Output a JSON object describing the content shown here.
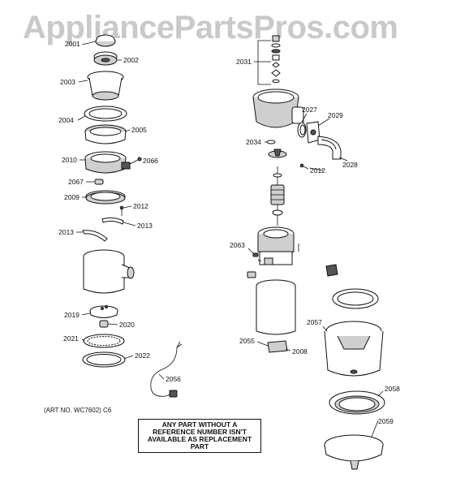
{
  "watermark": "AppliancePartsPros.com",
  "art_no": "(ART NO. WC7602) C6",
  "notice": [
    "ANY PART WITHOUT A",
    "REFERENCE NUMBER ISN'T",
    "AVAILABLE AS REPLACEMENT",
    "PART"
  ],
  "callouts": {
    "c2001": "2001",
    "c2002": "2002",
    "c2003": "2003",
    "c2004": "2004",
    "c2005": "2005",
    "c2010": "2010",
    "c2066": "2066",
    "c2067": "2067",
    "c2009": "2009",
    "c2012a": "2012",
    "c2013a": "2013",
    "c2013b": "2013",
    "c2019": "2019",
    "c2020": "2020",
    "c2021": "2021",
    "c2022": "2022",
    "c2056": "2056",
    "c2031": "2031",
    "c2027": "2027",
    "c2029": "2029",
    "c2034": "2034",
    "c2012b": "2012",
    "c2028": "2028",
    "c2063": "2063",
    "c2057": "2057",
    "c2055": "2055",
    "c2008": "2008",
    "c2058": "2058",
    "c2059": "2059"
  }
}
